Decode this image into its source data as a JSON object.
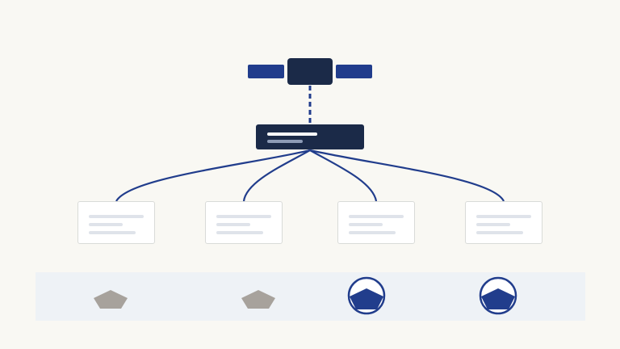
{
  "theme": {
    "background": "#f9f8f3",
    "accent": "#213d8c",
    "dark": "#1b2a48",
    "inactive": "#a7a29c",
    "card_border": "#d9dbd8",
    "strip": "#eef2f6"
  },
  "diagram": {
    "root_icon": "satellite-icon",
    "hub_icon": "gateway-node",
    "link_style": "dashed",
    "children": [
      {
        "id": "node-1",
        "status_icon": "pentagon-marker-icon",
        "state": "inactive"
      },
      {
        "id": "node-2",
        "status_icon": "pentagon-marker-icon",
        "state": "inactive"
      },
      {
        "id": "node-3",
        "status_icon": "pentagon-in-circle-icon",
        "state": "active"
      },
      {
        "id": "node-4",
        "status_icon": "pentagon-in-circle-icon",
        "state": "active"
      }
    ]
  }
}
